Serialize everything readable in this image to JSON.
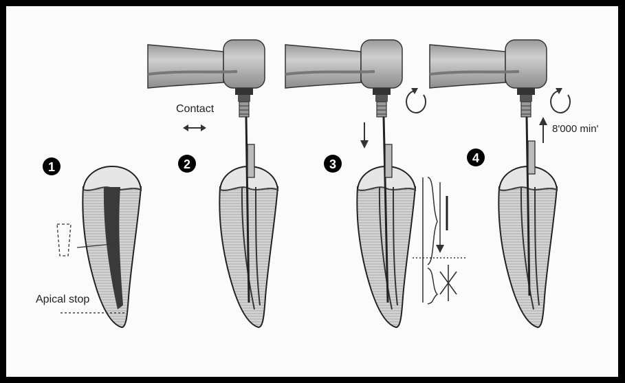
{
  "steps": [
    {
      "number": "1",
      "label": "Apical stop"
    },
    {
      "number": "2",
      "label": "Contact"
    },
    {
      "number": "3"
    },
    {
      "number": "4",
      "label": "8'000 min'"
    }
  ],
  "colors": {
    "frame": "#000000",
    "background": "#fbfbfb",
    "tooth": "#cfcfcf",
    "handpiece": "#b8b8b8",
    "line": "#333333"
  },
  "icons": [
    "double-arrow-icon",
    "rotation-icon",
    "down-arrow-icon",
    "up-arrow-icon",
    "cross-icon"
  ]
}
